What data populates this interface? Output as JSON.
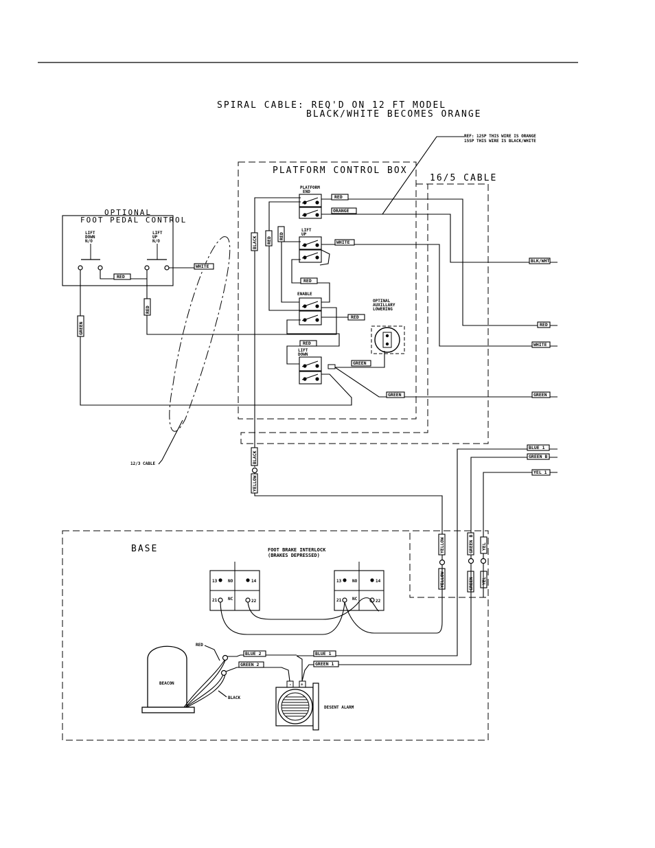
{
  "notes": {
    "spiral_line1": "SPIRAL CABLE:  REQ'D ON 12 FT MODEL",
    "spiral_line2": "BLACK/WHITE BECOMES ORANGE",
    "ref_line1": "REF: 12SP THIS WIRE IS ORANGE",
    "ref_line2": "15SP THIS WIRE IS BLACK/WHITE"
  },
  "platform_box": {
    "title": "PLATFORM CONTROL BOX",
    "switches": {
      "platform_end": [
        "PLATFORM",
        "END"
      ],
      "lift_up": [
        "LIFT",
        "UP"
      ],
      "enable": [
        "ENABLE"
      ],
      "lift_down": [
        "LIFT",
        "DOWN"
      ]
    },
    "aux": [
      "OPTINAL",
      "AUXILLARY",
      "LOWERING"
    ]
  },
  "cable_16_5": "16/5 CABLE",
  "cable_12_3": "12/3 CABLE",
  "foot_pedal": {
    "title1": "OPTIONAL",
    "title2": "FOOT PEDAL CONTROL",
    "sw_down": [
      "LIFT",
      "DOWN",
      "N/O"
    ],
    "sw_up": [
      "LIFT",
      "UP",
      "N/O"
    ]
  },
  "wires": {
    "red": "RED",
    "orange": "ORANGE",
    "white": "WHITE",
    "black": "BLACK",
    "green": "GREEN",
    "yellow": "YELLOW",
    "blk_wht": "BLK/WHT",
    "blue1": "BLUE 1",
    "green_b": "GREEN B",
    "yel1": "YEL 1",
    "green_v": "GREEN B",
    "yel_v": "YEL",
    "blue2": "BLUE 2",
    "green2": "GREEN 2",
    "green1": "GREEN 1"
  },
  "base": {
    "title": "BASE",
    "interlock1": "FOOT BRAKE INTERLOCK",
    "interlock2": "(BRAKES DEPRESSED)",
    "terminals": {
      "t13": "13",
      "t14": "14",
      "t21": "21",
      "t22": "22",
      "no": "NO",
      "nc": "NC"
    },
    "beacon": "BEACON",
    "beacon_red": "RED",
    "beacon_black": "BLACK",
    "alarm": "DESENT ALARM",
    "alarm_minus": "-",
    "alarm_plus": "+"
  }
}
